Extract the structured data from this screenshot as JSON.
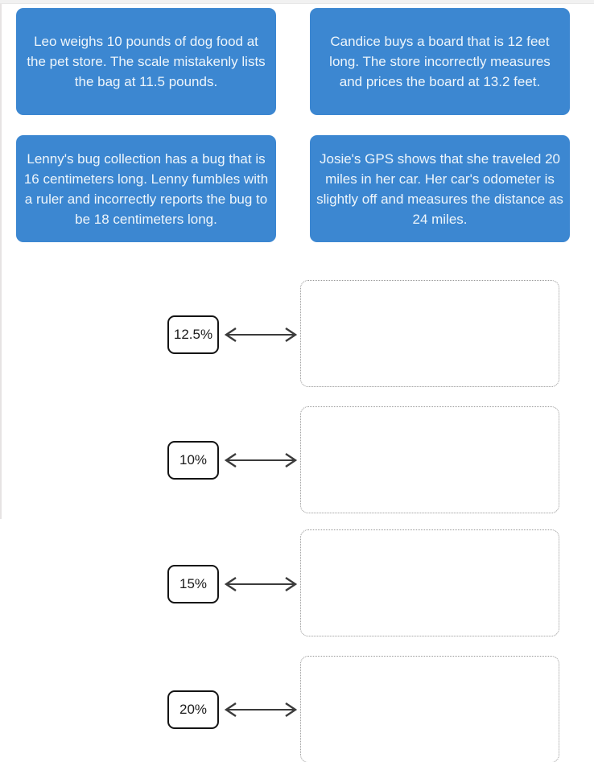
{
  "page": {
    "kind": "percent-error-matching-exercise",
    "accent_blue": "#3c87d1",
    "card_text_color": "#edf5fb",
    "drop_zone_border_color": "#979797"
  },
  "problem_cards": [
    {
      "text": "Leo weighs 10 pounds of dog food at the pet store. The scale mistakenly lists the bag at 11.5 pounds."
    },
    {
      "text": "Candice buys a board that is 12 feet long. The store incorrectly measures and prices the board at 13.2 feet."
    },
    {
      "text": "Lenny's bug collection has a bug that is 16 centimeters long. Lenny fumbles with a ruler and incorrectly reports the bug to be 18 centimeters long."
    },
    {
      "text": "Josie's GPS shows that she traveled 20 miles in her car. Her car's odometer is slightly off and measures the distance as 24 miles."
    }
  ],
  "match_rows": [
    {
      "label": "12.5%",
      "drop_zone_value": ""
    },
    {
      "label": "10%",
      "drop_zone_value": ""
    },
    {
      "label": "15%",
      "drop_zone_value": ""
    },
    {
      "label": "20%",
      "drop_zone_value": ""
    }
  ]
}
